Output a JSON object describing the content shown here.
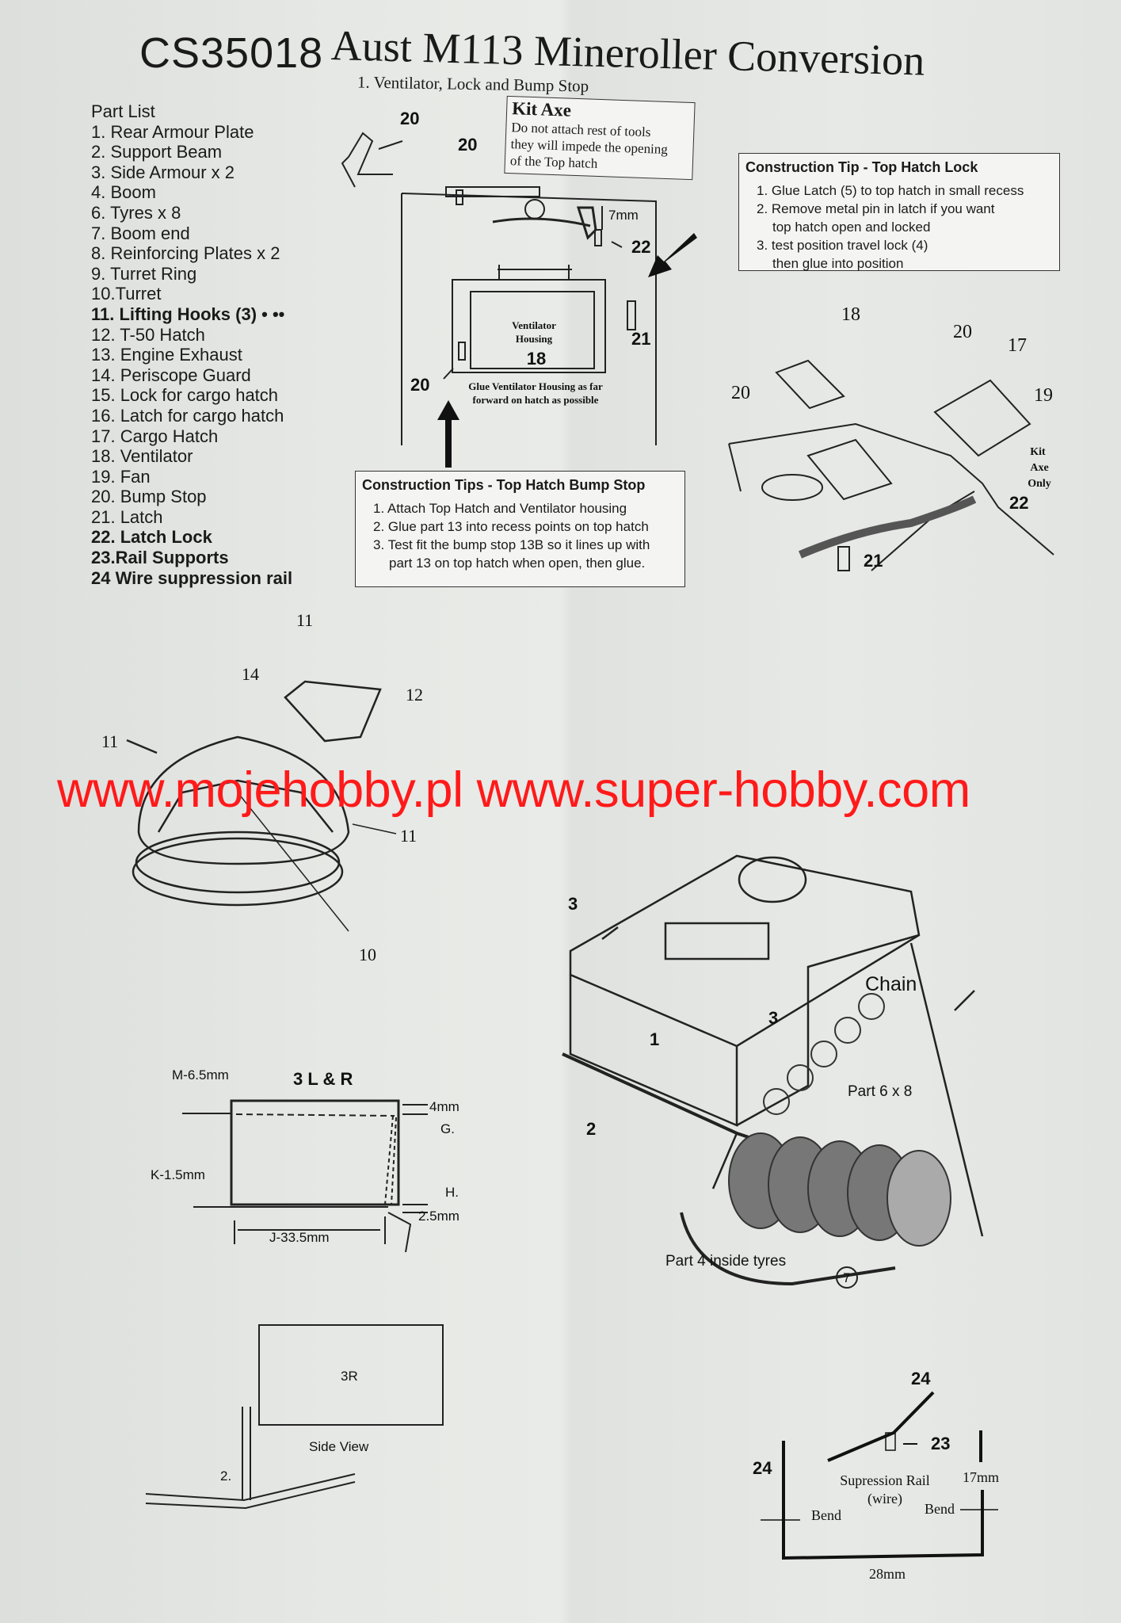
{
  "header": {
    "code": "CS35018",
    "title": "Aust M113 Mineroller Conversion",
    "step": "1. Ventilator, Lock and Bump Stop"
  },
  "parts": {
    "heading": "Part List",
    "items": [
      "1.  Rear Armour Plate",
      "2.  Support Beam",
      "3.  Side Armour x 2",
      "4.  Boom",
      "6.  Tyres x 8",
      "7.  Boom end",
      "8.  Reinforcing Plates x 2",
      "9.  Turret Ring",
      "10.Turret",
      "11. Lifting Hooks (3) • ••",
      "12. T-50 Hatch",
      "13. Engine Exhaust",
      "14. Periscope Guard",
      "15. Lock for cargo hatch",
      "16. Latch for cargo hatch",
      "17. Cargo Hatch",
      "18. Ventilator",
      "19. Fan",
      "20. Bump Stop",
      "21. Latch",
      "22. Latch Lock",
      "23.Rail Supports",
      "24 Wire suppression rail"
    ]
  },
  "kit_axe": {
    "heading": "Kit Axe",
    "lines": [
      "Do not attach rest of tools",
      "they will impede the opening",
      "of the Top hatch"
    ]
  },
  "tip_lock": {
    "heading": "Construction Tip - Top Hatch Lock",
    "lines": [
      "1. Glue Latch (5) to top hatch in small recess",
      "2. Remove metal pin in latch if you want",
      "top hatch open and locked",
      "3. test position travel lock (4)",
      "then glue into position"
    ]
  },
  "tip_bump": {
    "heading": "Construction Tips - Top Hatch Bump Stop",
    "lines": [
      "1. Attach Top Hatch and Ventilator housing",
      "2. Glue part 13 into recess points on top hatch",
      "3. Test fit the bump stop 13B so it lines up with",
      "part 13 on top hatch when open, then glue."
    ]
  },
  "hatch": {
    "c20a": "20",
    "c20b": "20",
    "c7mm": "7mm",
    "c22": "22",
    "c21": "21",
    "c20c": "20",
    "vent1": "Ventilator",
    "vent2": "Housing",
    "vent3": "18",
    "glue1": "Glue Ventilator Housing as far",
    "glue2": "forward on hatch as possible"
  },
  "iso": {
    "c18": "18",
    "c20a": "20",
    "c17": "17",
    "c19": "19",
    "c20b": "20",
    "kit1": "Kit",
    "kit2": "Axe",
    "kit3": "Only",
    "c22": "22",
    "c21": "21"
  },
  "turret": {
    "c11a": "11",
    "c14": "14",
    "c12": "12",
    "c11b": "11",
    "c11c": "11",
    "c10": "10"
  },
  "vehicle": {
    "c3a": "3",
    "c3b": "3",
    "c1": "1",
    "c2": "2",
    "chain": "Chain",
    "tyres": "Part 6 x 8",
    "inside": "Part 4 inside tyres",
    "c7": "7"
  },
  "side_armour": {
    "m": "M-6.5mm",
    "title": "3 L & R",
    "d4": "4mm",
    "g": "G.",
    "k": "K-1.5mm",
    "h": "H.",
    "d25": "2.5mm",
    "j": "J-33.5mm"
  },
  "side_view": {
    "part": "3R",
    "label": "Side View",
    "beam": "2."
  },
  "rail": {
    "c24a": "24",
    "c23": "23",
    "c24b": "24",
    "name": "Supression Rail",
    "wire": "(wire)",
    "d17": "17mm",
    "bend1": "Bend",
    "bend2": "Bend",
    "d28": "28mm"
  },
  "watermark": "www.mojehobby.pl  www.super-hobby.com",
  "colors": {
    "watermark": "#ff1a1a",
    "ink": "#1a1a1a",
    "paper": "#e6e8e5"
  }
}
